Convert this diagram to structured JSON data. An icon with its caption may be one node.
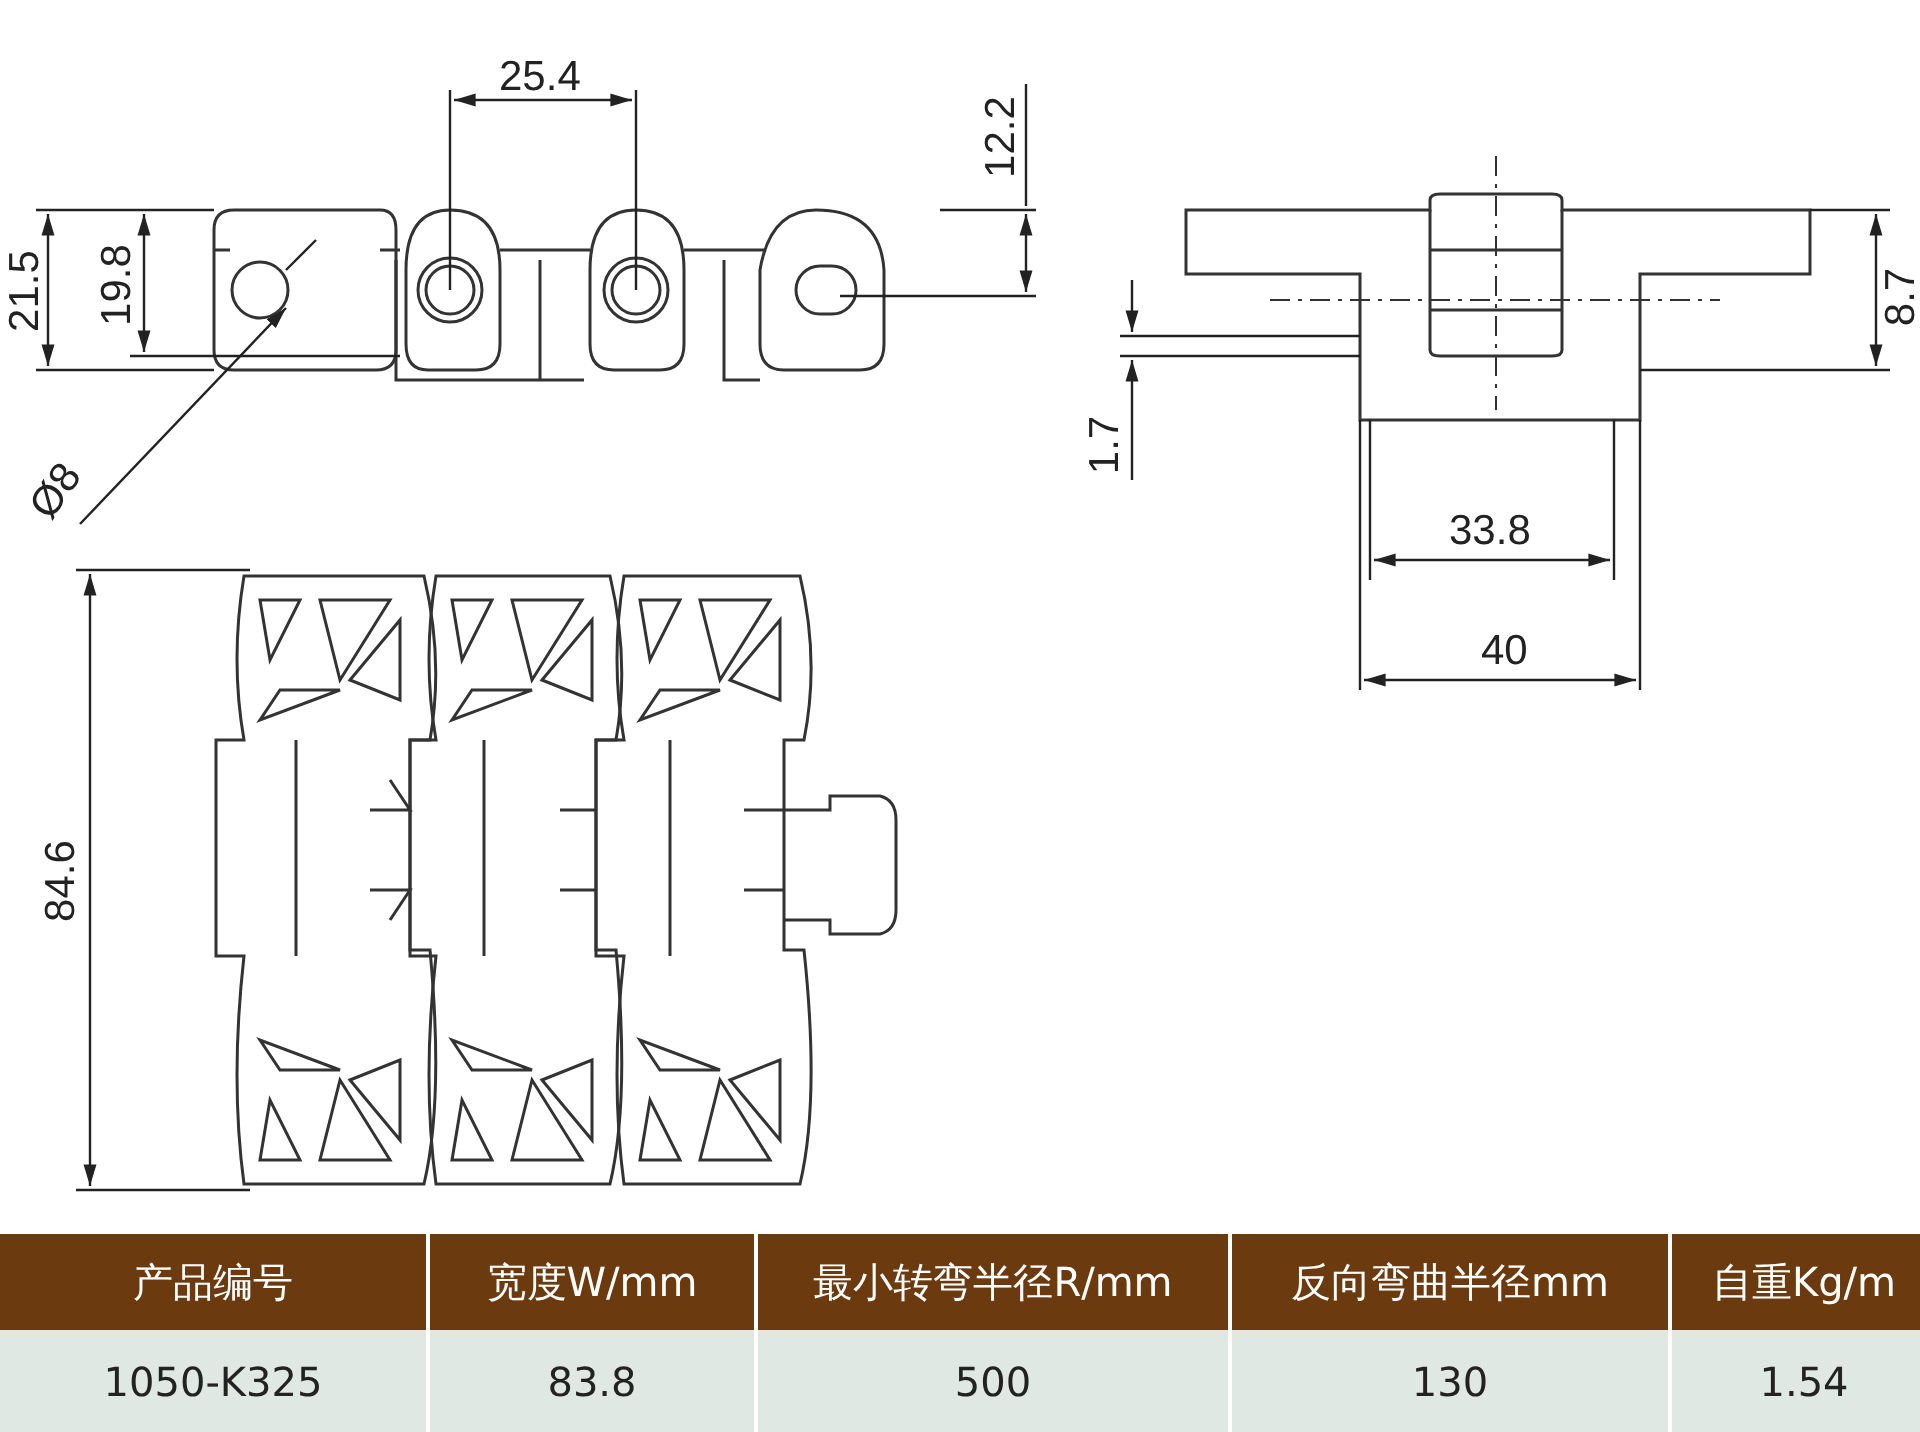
{
  "diagram": {
    "labels": [
      "25.4",
      "12.2",
      "21.5",
      "19.8",
      "8.7",
      "1.7",
      "Ø8",
      "33.8",
      "40",
      "84.6",
      "产品编号",
      "宽度W/mm",
      "最小转弯半径R/mm",
      "反向弯曲半径mm",
      "自重Kg/m",
      "1050-K325",
      "83.8",
      "500",
      "130",
      "1.54"
    ]
  }
}
